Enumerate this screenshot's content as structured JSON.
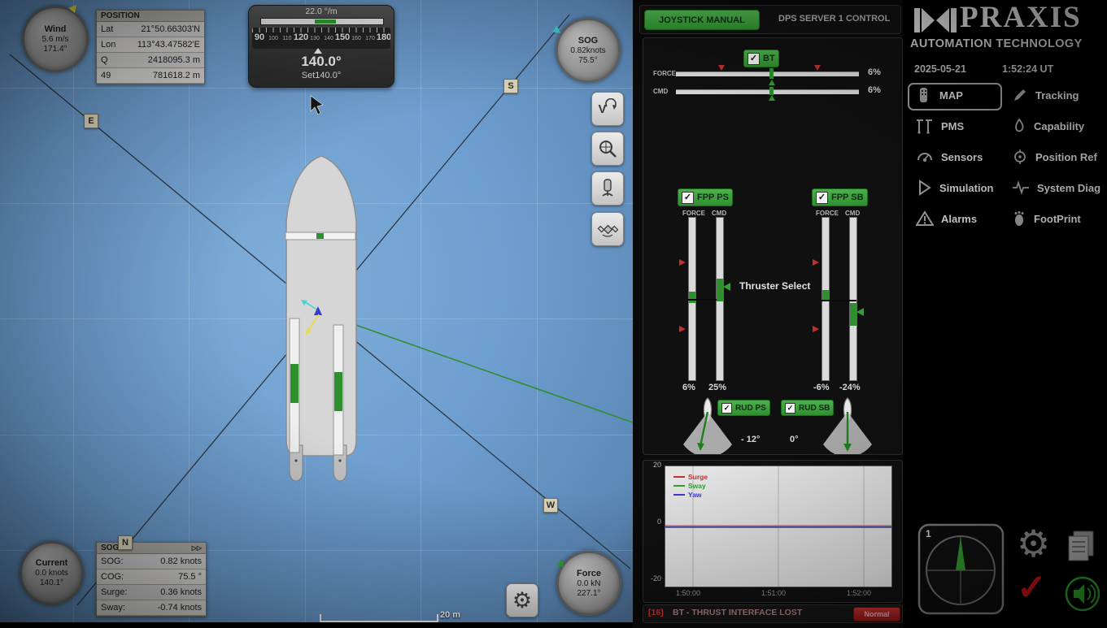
{
  "icons": {
    "check": "✓",
    "gear": "⚙",
    "fast": "▷▷"
  },
  "map": {
    "letters": {
      "e": "E",
      "s": "S",
      "w": "W",
      "n": "N"
    },
    "wind_gauge": {
      "title": "Wind",
      "value": "5.6 m/s",
      "direction": "171.4°"
    },
    "sog_gauge": {
      "title": "SOG",
      "value": "0.82knots",
      "direction": "75.5°"
    },
    "current_gauge": {
      "title": "Current",
      "value": "0.0 knots",
      "direction": "140.1°"
    },
    "force_gauge": {
      "title": "Force",
      "value": "0.0 kN",
      "direction": "227.1°"
    },
    "position_panel": {
      "title": "POSITION",
      "rows": [
        {
          "label": "Lat",
          "value": "21°50.66303'N"
        },
        {
          "label": "Lon",
          "value": "113°43.47582'E"
        },
        {
          "label": "Q",
          "value": "2418095.3 m"
        },
        {
          "label": "49",
          "value": "781618.2 m"
        }
      ]
    },
    "heading_indicator": {
      "rot": "22.0 °/m",
      "heading": "140.0°",
      "set": "Set140.0°",
      "tape": [
        "90",
        "100",
        "110",
        "120",
        "130",
        "140",
        "150",
        "160",
        "170",
        "180"
      ]
    },
    "sog_panel": {
      "title": "SOG",
      "rows": [
        {
          "label": "SOG:",
          "value": "0.82 knots"
        },
        {
          "label": "COG:",
          "value": "75.5 °"
        },
        {
          "label": "Surge:",
          "value": "0.36 knots"
        },
        {
          "label": "Sway:",
          "value": "-0.74 knots"
        }
      ]
    },
    "buttons": {
      "view_label": "V"
    },
    "scale_label": "20 m"
  },
  "control": {
    "joystick_button": "JOYSTICK MANUAL",
    "server_label": "DPS SERVER 1 CONTROL",
    "bt": {
      "label": "BT",
      "force": "FORCE",
      "cmd": "CMD",
      "force_value": "6%",
      "cmd_value": "6%"
    },
    "thruster_select": "Thruster Select",
    "fpp_ps": {
      "label": "FPP PS",
      "force": "FORCE",
      "cmd": "CMD",
      "force_value": "6%",
      "cmd_value": "25%"
    },
    "fpp_sb": {
      "label": "FPP SB",
      "force": "FORCE",
      "cmd": "CMD",
      "force_value": "-6%",
      "cmd_value": "-24%"
    },
    "rud_ps": {
      "label": "RUD PS",
      "angle": "- 12°"
    },
    "rud_sb": {
      "label": "RUD SB",
      "angle": "0°"
    },
    "alarm": {
      "code": "[16]",
      "text": "BT  - THRUST INTERFACE LOST",
      "button": "Normal"
    }
  },
  "chart_data": {
    "type": "line",
    "title": "",
    "ylim": [
      -20,
      20
    ],
    "yticks": [
      "20",
      "0",
      "-20"
    ],
    "xticks": [
      "1:50:00",
      "1:51:00",
      "1:52:00"
    ],
    "grid": true,
    "legend_position": "top-left",
    "series": [
      {
        "name": "Surge",
        "color": "#c23030",
        "values": [
          0,
          0,
          0
        ]
      },
      {
        "name": "Sway",
        "color": "#2f9f2f",
        "values": [
          0,
          0,
          0
        ]
      },
      {
        "name": "Yaw",
        "color": "#3a3ac8",
        "values": [
          0,
          0,
          0
        ]
      }
    ]
  },
  "brand": {
    "logo_text": "PRAXIS",
    "subtitle": "AUTOMATION  TECHNOLOGY",
    "date": "2025-05-21",
    "time": "1:52:24  UT"
  },
  "menu": {
    "items": [
      {
        "label": "MAP",
        "icon": "map-icon",
        "selected": true
      },
      {
        "label": "Tracking",
        "icon": "tracking-icon",
        "selected": false
      },
      {
        "label": "PMS",
        "icon": "pms-icon",
        "selected": false
      },
      {
        "label": "Capability",
        "icon": "capability-icon",
        "selected": false
      },
      {
        "label": "Sensors",
        "icon": "sensors-icon",
        "selected": false
      },
      {
        "label": "Position Ref",
        "icon": "position-ref-icon",
        "selected": false
      },
      {
        "label": "Simulation",
        "icon": "simulation-icon",
        "selected": false
      },
      {
        "label": "System Diag",
        "icon": "system-diag-icon",
        "selected": false
      },
      {
        "label": "Alarms",
        "icon": "alarms-icon",
        "selected": false
      },
      {
        "label": "FootPrint",
        "icon": "footprint-icon",
        "selected": false
      }
    ]
  },
  "bottom_right": {
    "compass_number": "1"
  }
}
